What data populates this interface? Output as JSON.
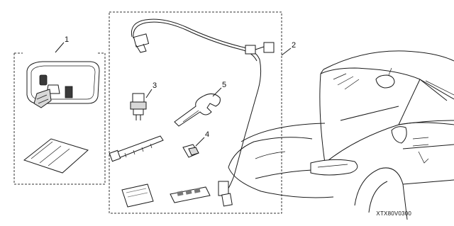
{
  "callouts": {
    "c1": "1",
    "c2": "2",
    "c3": "3",
    "c4": "4",
    "c5": "5"
  },
  "diagram_code": "XTX80V0300",
  "colors": {
    "line": "#1a1a1a",
    "box_dash": "#333333",
    "shade": "#d8d8d8",
    "background": "#ffffff"
  }
}
